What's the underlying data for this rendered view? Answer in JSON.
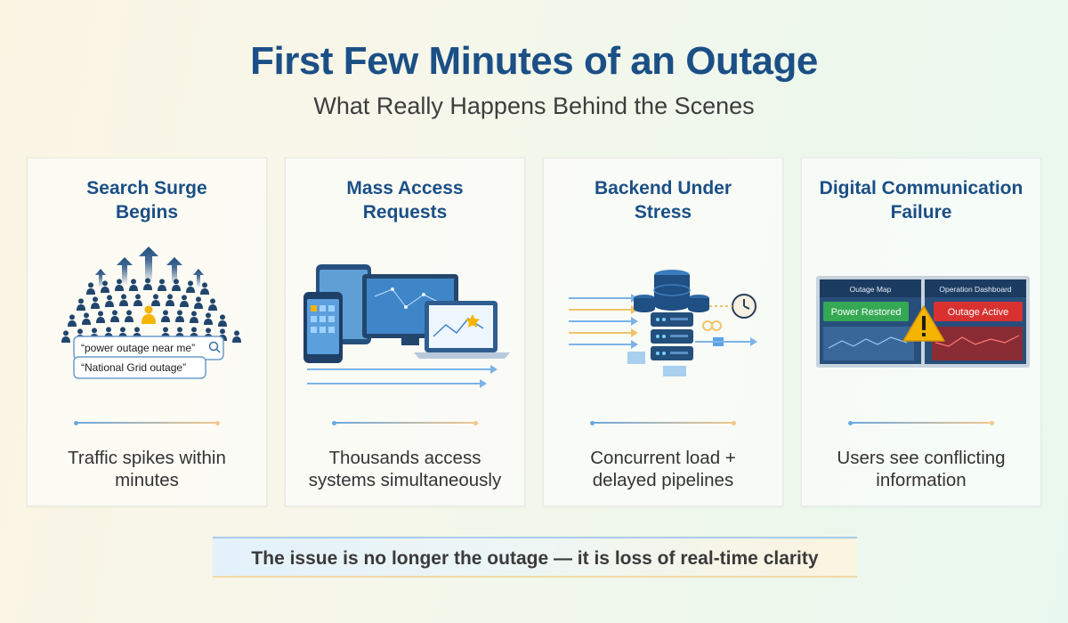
{
  "header": {
    "title": "First Few Minutes of an Outage",
    "subtitle": "What Really Happens Behind the Scenes"
  },
  "cards": [
    {
      "title": "Search Surge Begins",
      "description": "Traffic spikes within minutes",
      "search_queries": [
        "“power outage near me”",
        "“National Grid outage”"
      ],
      "icons": [
        "crowd-icon",
        "up-arrow-icon",
        "magnifier-icon"
      ]
    },
    {
      "title": "Mass Access Requests",
      "description": "Thousands access systems simultaneously",
      "icons": [
        "tablet-icon",
        "phone-icon",
        "monitor-icon",
        "laptop-icon"
      ]
    },
    {
      "title": "Backend Under Stress",
      "description": "Concurrent load + delayed pipelines",
      "icons": [
        "database-icon",
        "server-icon",
        "clock-icon",
        "pipeline-icon"
      ]
    },
    {
      "title": "Digital Communication Failure",
      "description": "Users see conflicting information",
      "panels": [
        {
          "header": "Outage Map",
          "status": "Power Restored",
          "color": "#34a853"
        },
        {
          "header": "Operation Dashboard",
          "status": "Outage Active",
          "color": "#d93030"
        }
      ],
      "icons": [
        "warning-icon"
      ]
    }
  ],
  "banner": {
    "text": "The issue is no longer the outage — it is loss of real-time clarity"
  },
  "colors": {
    "title": "#1b4f86",
    "accent_blue": "#6aa9e0",
    "accent_gold": "#f2c78a"
  }
}
